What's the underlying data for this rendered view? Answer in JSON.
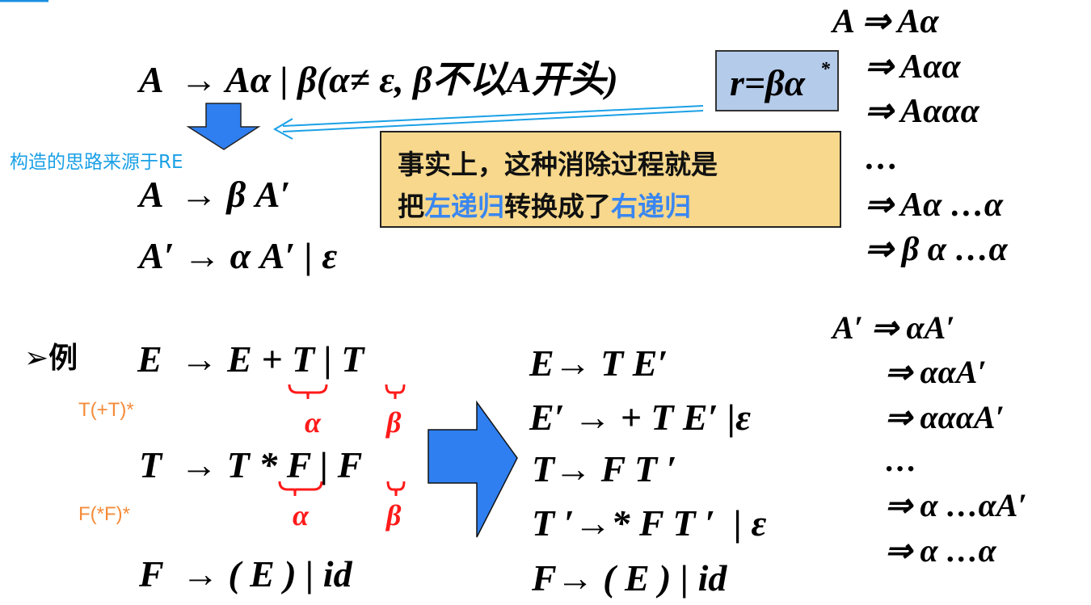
{
  "rule": {
    "original": "A  → Aα | β(α≠ ε, β不以A开头)",
    "regex": "r=βα",
    "regex_sup": "*",
    "note": "构造的思路来源于RE",
    "rewritten_1": "A  → β A′",
    "rewritten_2": "A′ → α A′ | ε"
  },
  "callout": {
    "line1": "事实上，这种消除过程就是",
    "line2_a": "把",
    "line2_b": "左递归",
    "line2_c": "转换成了",
    "line2_d": "右递归"
  },
  "derivation_a": [
    "A ⇒ Aα",
    "⇒ Aαα",
    "⇒ Aααα",
    "…",
    "⇒ Aα …α",
    "⇒ β α …α"
  ],
  "derivation_a_prime": [
    "A′ ⇒ αA′",
    "⇒ ααA′",
    "⇒ αααA′",
    "…",
    "⇒ α …αA′",
    "⇒ α …α"
  ],
  "example": {
    "label": "例",
    "bullet_icon": "arrowhead-bullet",
    "grammar": [
      "E  → E + T | T",
      "T  → T * F | F",
      "F  → ( E ) | id"
    ],
    "regex_hints": [
      "T(+T)*",
      "F(*F)*"
    ],
    "alpha": "α",
    "beta": "β",
    "result": [
      "E→ T E′",
      "E′ → + T E′ |ε",
      "T→ F T ′",
      "T ′→* F T ′  | ε",
      "F→ ( E ) | id"
    ]
  },
  "colors": {
    "arrow_blue": "#2f7ff0",
    "note_cyan": "#1aa0e6",
    "hint_orange": "#f58b3a",
    "mark_red": "#ff1a1a",
    "regex_box": "#b4cbea",
    "callout_box": "#f7d88c"
  }
}
